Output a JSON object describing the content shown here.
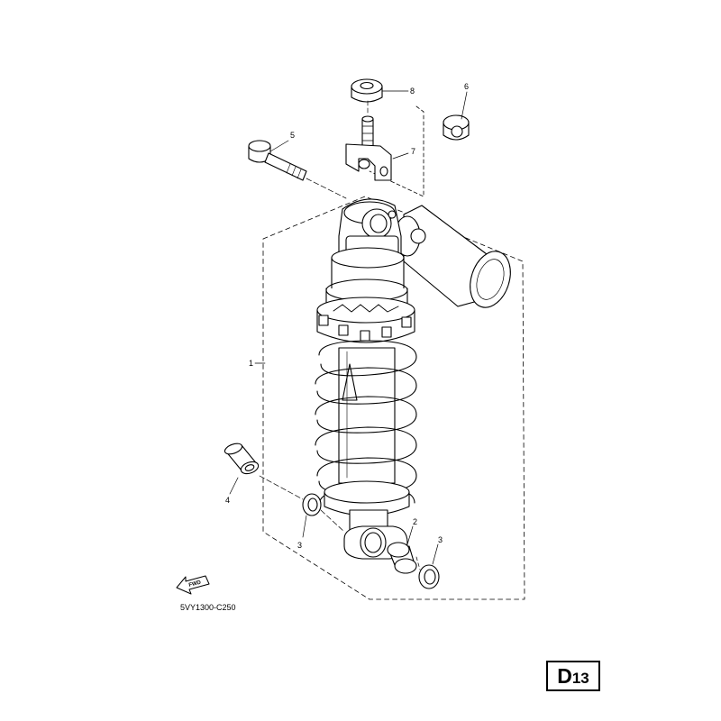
{
  "callouts": [
    {
      "id": "c1",
      "text": "1"
    },
    {
      "id": "c2",
      "text": "2"
    },
    {
      "id": "c3a",
      "text": "3"
    },
    {
      "id": "c3b",
      "text": "3"
    },
    {
      "id": "c4",
      "text": "4"
    },
    {
      "id": "c5",
      "text": "5"
    },
    {
      "id": "c6",
      "text": "6"
    },
    {
      "id": "c7",
      "text": "7"
    },
    {
      "id": "c8",
      "text": "8"
    }
  ],
  "fwd_label": "FWD",
  "diagram_code": "5VY1300-C250",
  "page_badge": {
    "letter": "D",
    "number": "13"
  },
  "colors": {
    "line": "#000000",
    "background": "#ffffff"
  }
}
